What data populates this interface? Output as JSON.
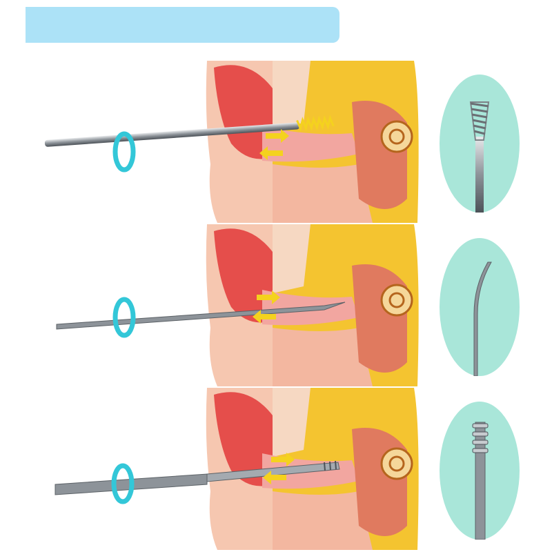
{
  "banner": {
    "text": "",
    "color": "#ace2f7"
  },
  "colors": {
    "oval_bg": "#a9e6d9",
    "skin": "#f6c7b0",
    "ear_red": "#e2383a",
    "bone_yellow": "#f4c430",
    "steel": "#9aa0a6",
    "arrow_yellow": "#f4d21e",
    "ring_teal": "#33c7d8"
  },
  "panels": [
    {
      "name": "spiral-tip-tool",
      "tip": "spiral"
    },
    {
      "name": "curved-tip-tool",
      "tip": "curved"
    },
    {
      "name": "grooved-tip-tool",
      "tip": "grooved"
    }
  ]
}
